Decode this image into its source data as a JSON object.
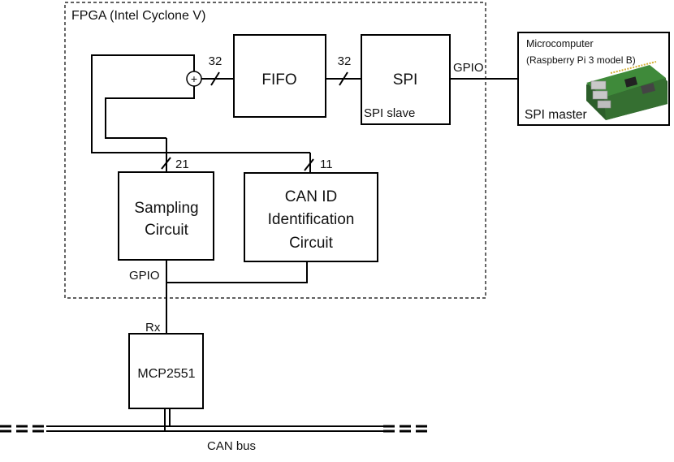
{
  "fpga": {
    "title": "FPGA (Intel Cyclone V)"
  },
  "blocks": {
    "fifo": "FIFO",
    "spi": {
      "title": "SPI",
      "sub": "SPI slave"
    },
    "sampling": {
      "line1": "Sampling",
      "line2": "Circuit"
    },
    "canid": {
      "line1": "CAN ID",
      "line2": "Identification",
      "line3": "Circuit"
    },
    "mcp": "MCP2551"
  },
  "micro": {
    "title": "Microcomputer",
    "model": "(Raspberry Pi 3 model B)",
    "role": "SPI master"
  },
  "adder_symbol": "+",
  "bus_widths": {
    "adder_to_fifo": "32",
    "fifo_to_spi": "32",
    "sampling_bus": "21",
    "canid_bus": "11"
  },
  "ports": {
    "spi_gpio": "GPIO",
    "sampling_gpio": "GPIO",
    "mcp_rx": "Rx"
  },
  "can_bus": {
    "label": "CAN bus"
  },
  "colors": {
    "board_green": "#3f8a3a",
    "board_dark": "#2c5e2a",
    "metal": "#b9b9b9"
  }
}
